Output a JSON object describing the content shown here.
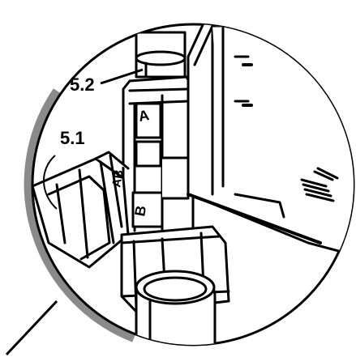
{
  "callouts": {
    "part_5_2": "5.2",
    "part_5_1": "5.1"
  },
  "port_markings": {
    "a": "A",
    "ab": "AB",
    "b": "B"
  },
  "colors": {
    "line": "#000000",
    "background": "#ffffff",
    "lens_shadow": "#8a8a8a"
  }
}
